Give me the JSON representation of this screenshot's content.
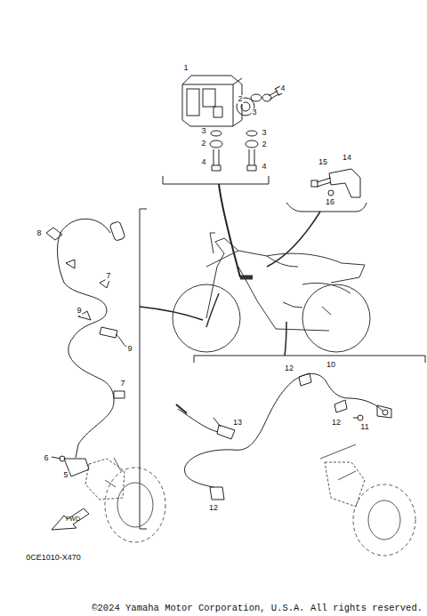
{
  "diagram": {
    "labels": [
      "1",
      "2",
      "3",
      "4",
      "3",
      "2",
      "4",
      "3",
      "2",
      "4",
      "14",
      "15",
      "16",
      "8",
      "7",
      "9",
      "9",
      "7",
      "6",
      "5",
      "FWD",
      "0CE1010-X470",
      "12",
      "10",
      "12",
      "11",
      "13",
      "12",
      "©2024 Yamaha Motor Corporation, U.S.A. All rights reserved."
    ]
  }
}
